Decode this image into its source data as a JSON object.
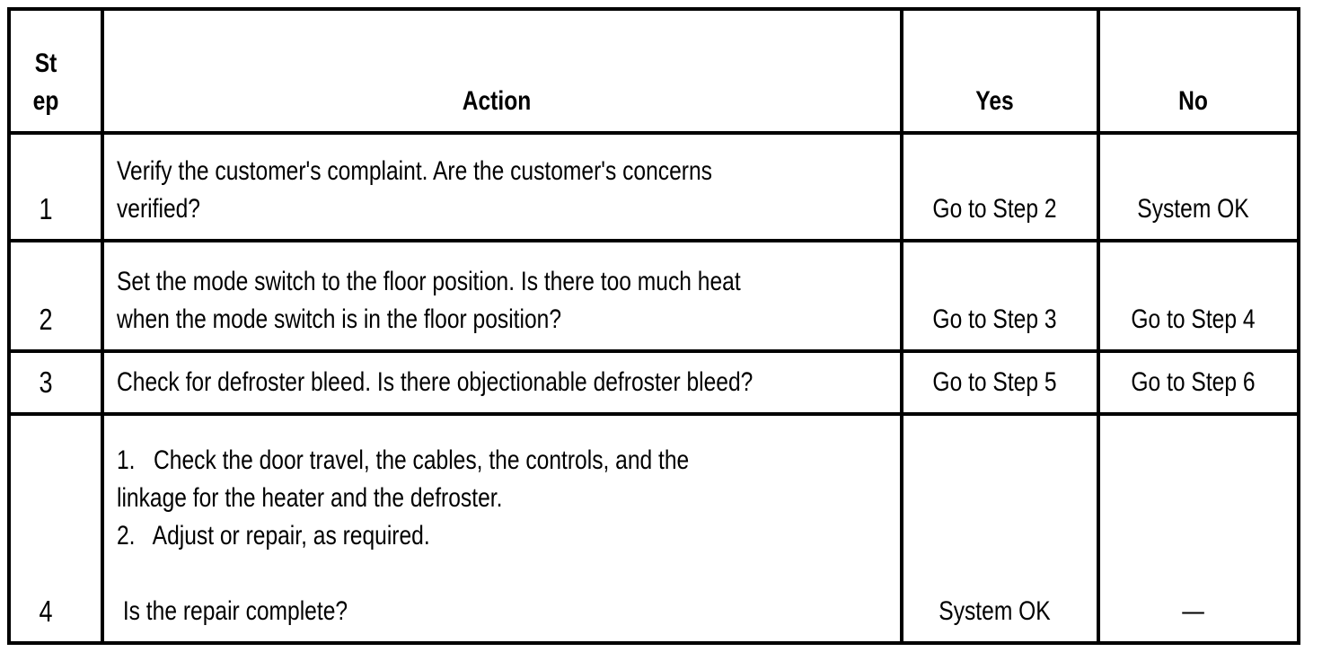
{
  "table": {
    "title_semantic": "diagnostic-step-table",
    "colors": {
      "border": "#000000",
      "background": "#ffffff",
      "text": "#000000"
    },
    "columns": {
      "step": {
        "label_lines": [
          "St",
          "ep"
        ]
      },
      "action": {
        "label": "Action"
      },
      "yes": {
        "label": "Yes"
      },
      "no": {
        "label": "No"
      }
    },
    "rows": [
      {
        "step": "1",
        "action_lines": [
          "Verify the customer's complaint. Are the customer's concerns",
          "verified?"
        ],
        "yes": "Go to Step 2",
        "no": "System OK"
      },
      {
        "step": "2",
        "action_lines": [
          "Set the mode switch to the floor position. Is there too much heat",
          "when the mode switch is in the floor position?"
        ],
        "yes": "Go to Step 3",
        "no": "Go to Step 4"
      },
      {
        "step": "3",
        "action_lines": [
          "Check for defroster bleed. Is there objectionable defroster bleed?"
        ],
        "yes": "Go to Step 5",
        "no": "Go to Step 6"
      },
      {
        "step": "4",
        "action_lines": [
          "1.   Check the door travel, the cables, the controls, and the",
          "linkage for the heater and the defroster.",
          "2.   Adjust or repair, as required.",
          "",
          " Is the repair complete?"
        ],
        "yes": "System OK",
        "no": "—"
      }
    ]
  }
}
